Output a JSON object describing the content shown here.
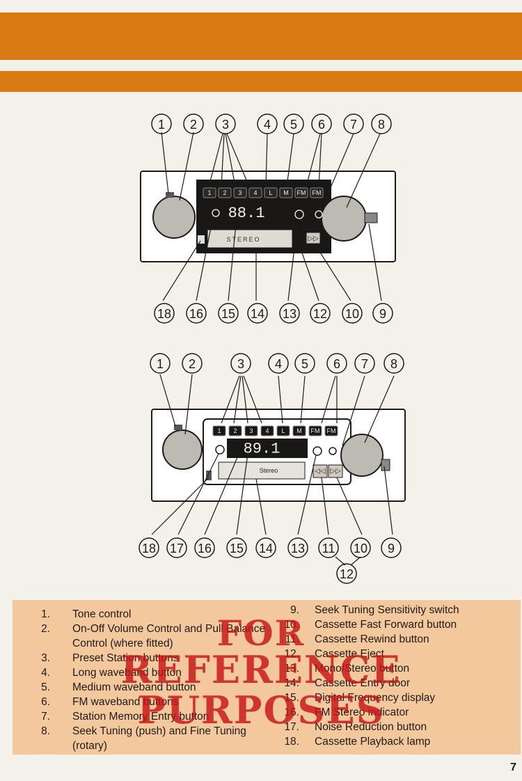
{
  "page_number": "7",
  "diagram_top": {
    "callouts_top": [
      "1",
      "2",
      "3",
      "4",
      "5",
      "6",
      "7",
      "8"
    ],
    "callouts_bottom": [
      "18",
      "16",
      "15",
      "14",
      "13",
      "12",
      "10",
      "9"
    ],
    "display_freq": "88.1",
    "cassette_label": "STEREO",
    "preset_keys": [
      "1",
      "2",
      "3",
      "4",
      "L",
      "M",
      "FM",
      "FM"
    ]
  },
  "diagram_bottom": {
    "callouts_top": [
      "1",
      "2",
      "3",
      "4",
      "5",
      "6",
      "7",
      "8"
    ],
    "callouts_bottom": [
      "18",
      "17",
      "16",
      "15",
      "14",
      "13",
      "11",
      "10",
      "9"
    ],
    "callout_extra": "12",
    "display_freq": "89.1",
    "cassette_label": "Stereo",
    "preset_keys": [
      "1",
      "2",
      "3",
      "4",
      "L",
      "M",
      "FM",
      "FM"
    ]
  },
  "legend": {
    "left": [
      {
        "n": "1.",
        "text": "Tone control"
      },
      {
        "n": "2.",
        "text": "On-Off Volume Control and Pull Balance Control (where fitted)"
      },
      {
        "n": "3.",
        "text": "Preset Station buttons"
      },
      {
        "n": "4.",
        "text": "Long waveband button"
      },
      {
        "n": "5.",
        "text": "Medium waveband button"
      },
      {
        "n": "6.",
        "text": "FM waveband buttons"
      },
      {
        "n": "7.",
        "text": "Station Memory Entry button"
      },
      {
        "n": "8.",
        "text": "Seek Tuning (push) and Fine Tuning (rotary)"
      }
    ],
    "right": [
      {
        "n": "9.",
        "text": "Seek Tuning Sensitivity switch"
      },
      {
        "n": "10.",
        "text": "Cassette Fast Forward button"
      },
      {
        "n": "11.",
        "text": "Cassette Rewind button"
      },
      {
        "n": "12.",
        "text": "Cassette Eject"
      },
      {
        "n": "13.",
        "text": "Mono/Stereo button"
      },
      {
        "n": "14.",
        "text": "Cassette Entry door"
      },
      {
        "n": "15.",
        "text": "Digital Frequency display"
      },
      {
        "n": "16.",
        "text": "FM Stereo indicator"
      },
      {
        "n": "17.",
        "text": "Noise Reduction button"
      },
      {
        "n": "18.",
        "text": "Cassette Playback lamp"
      }
    ]
  },
  "stamp": {
    "line1": "FOR",
    "line2": "REFERENCE",
    "line3": "PURPOSES"
  },
  "colors": {
    "band": "#d97a12",
    "legend_bg": "#f2c89c",
    "stamp": "#c81414",
    "paper": "#f4f1ea"
  }
}
